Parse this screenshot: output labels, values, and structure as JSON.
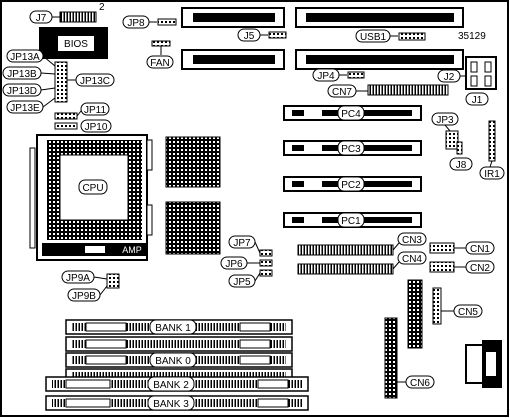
{
  "board_number": "35129",
  "bios_label": "BIOS",
  "cpu_label": "CPU",
  "amp_label": "AMP",
  "pin_marker": "2",
  "labels": {
    "j7": "J7",
    "jp8": "JP8",
    "j5": "J5",
    "usb1": "USB1",
    "fan": "FAN",
    "jp13a": "JP13A",
    "jp13b": "JP13B",
    "jp13c": "JP13C",
    "jp13d": "JP13D",
    "jp13e": "JP13E",
    "jp4": "JP4",
    "cn7": "CN7",
    "j2": "J2",
    "j1": "J1",
    "jp11": "JP11",
    "jp10": "JP10",
    "jp3": "JP3",
    "j8": "J8",
    "ir1": "IR1",
    "pc4": "PC4",
    "pc3": "PC3",
    "pc2": "PC2",
    "pc1": "PC1",
    "jp7": "JP7",
    "jp6": "JP6",
    "jp5": "JP5",
    "cn3": "CN3",
    "cn4": "CN4",
    "cn1": "CN1",
    "cn2": "CN2",
    "jp9a": "JP9A",
    "jp9b": "JP9B",
    "cn5": "CN5",
    "cn6": "CN6",
    "bank1": "BANK 1",
    "bank0": "BANK 0",
    "bank2": "BANK 2",
    "bank3": "BANK 3"
  }
}
